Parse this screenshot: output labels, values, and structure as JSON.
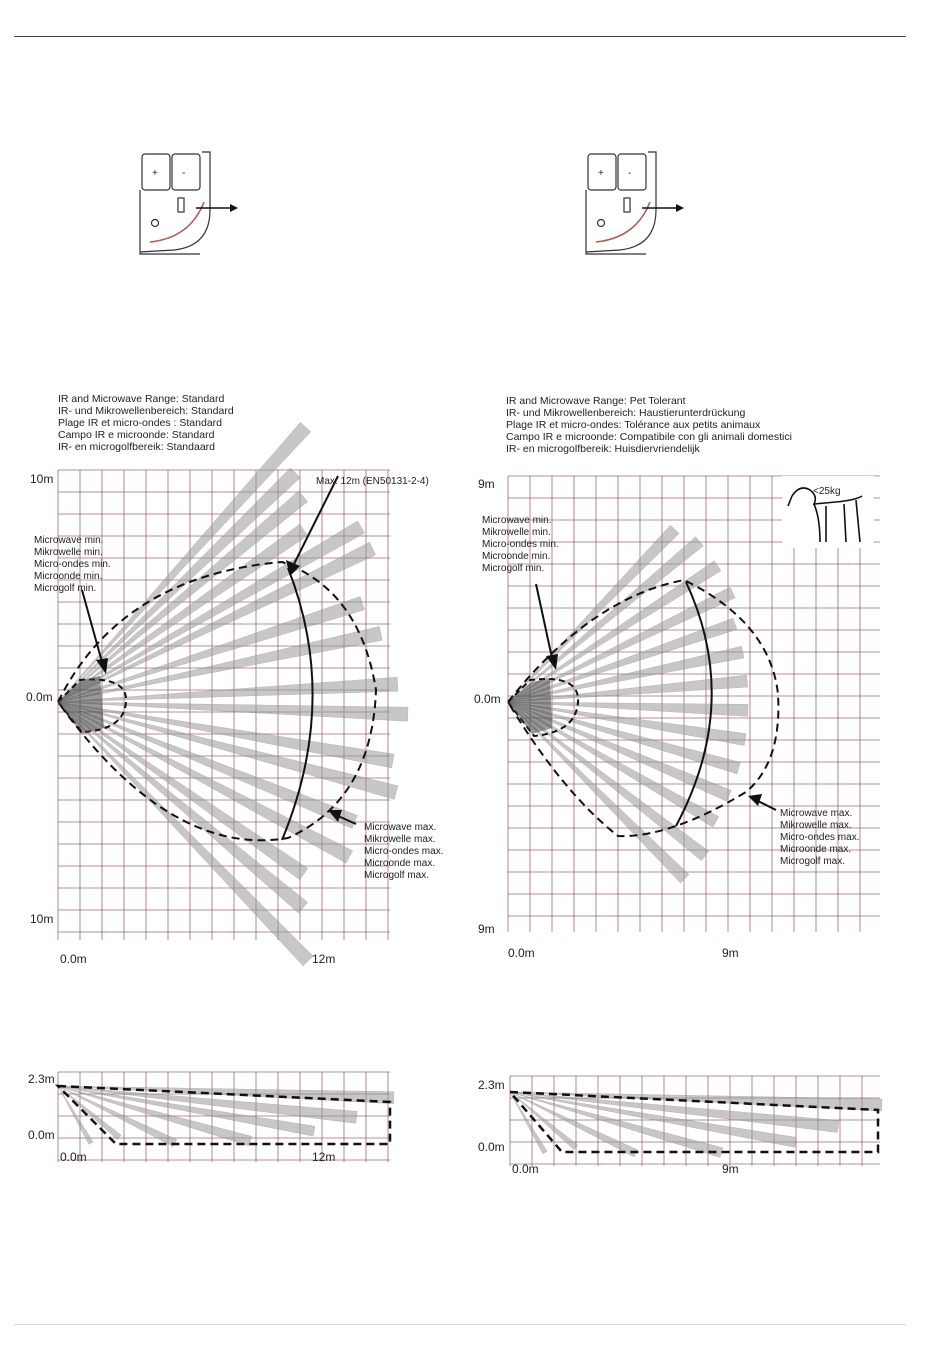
{
  "connectors": [
    {
      "plus": "+",
      "minus": "-"
    },
    {
      "plus": "+",
      "minus": "-"
    }
  ],
  "standard": {
    "caption": [
      "IR and Microwave Range: Standard",
      "IR- und Mikrowellenbereich: Standard",
      "Plage IR et micro-ondes : Standard",
      "Campo IR e microonde: Standard",
      "IR- en microgolfbereik: Standaard"
    ],
    "y_top": "10m",
    "y_mid": "0.0m",
    "y_bottom": "10m",
    "x_left": "0.0m",
    "x_right": "12m",
    "max_label": "Max. 12m (EN50131-2-4)",
    "mw_min": [
      "Microwave min.",
      "Mikrowelle min.",
      "Micro-ondes min.",
      "Microonde min.",
      "Microgolf min."
    ],
    "mw_max": [
      "Microwave max.",
      "Mikrowelle max.",
      "Micro-ondes max.",
      "Microonde max.",
      "Microgolf max."
    ],
    "side_y_top": "2.3m",
    "side_y_bottom": "0.0m",
    "side_x_left": "0.0m",
    "side_x_right": "12m"
  },
  "pet": {
    "caption": [
      "IR and Microwave Range: Pet Tolerant",
      "IR- und Mikrowellenbereich: Haustierunterdrückung",
      "Plage IR et micro-ondes: Tolérance aux  petits animaux",
      "Campo IR e microonde: Compatibile con gli animali domestici",
      "IR- en microgolfbereik: Huisdiervriendelijk"
    ],
    "y_top": "9m",
    "y_mid": "0.0m",
    "y_bottom": "9m",
    "x_left": "0.0m",
    "x_right": "9m",
    "dog_label": "<25kg",
    "mw_min": [
      "Microwave min.",
      "Mikrowelle min.",
      "Micro-ondes min.",
      "Microonde min.",
      "Microgolf min."
    ],
    "mw_max": [
      "Microwave max.",
      "Mikrowelle max.",
      "Micro-ondes max.",
      "Microonde max.",
      "Microgolf max."
    ],
    "side_y_top": "2.3m",
    "side_y_bottom": "0.0m",
    "side_x_left": "0.0m",
    "side_x_right": "9m"
  }
}
